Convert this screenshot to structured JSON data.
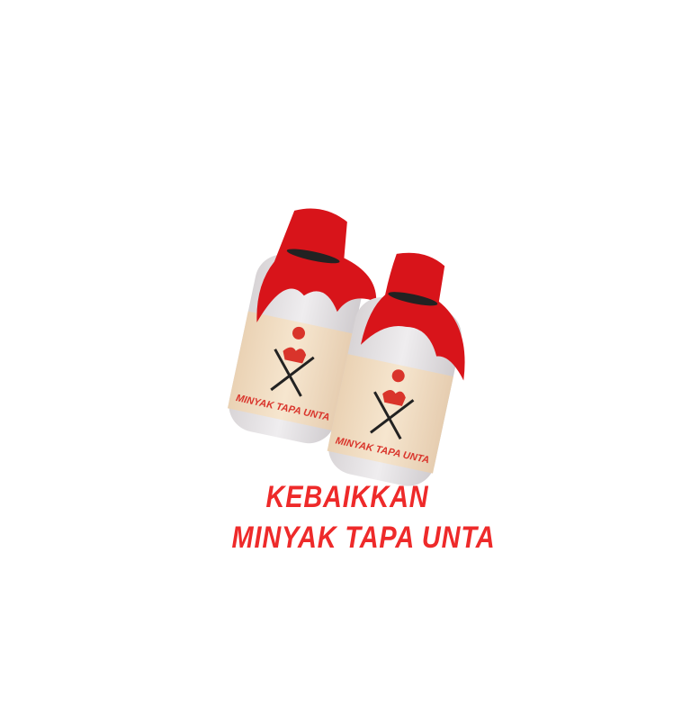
{
  "headline": {
    "line1": "KEBAIKKAN",
    "line2": "MINYAK TAPA UNTA"
  },
  "product": {
    "label_name": "MINYAK TAPA UNTA",
    "count": 2
  },
  "colors": {
    "accent": "#ee2a2a",
    "cloth": "#d8141a",
    "label": "#f3dfc4",
    "glass": "#e6e4e6"
  }
}
